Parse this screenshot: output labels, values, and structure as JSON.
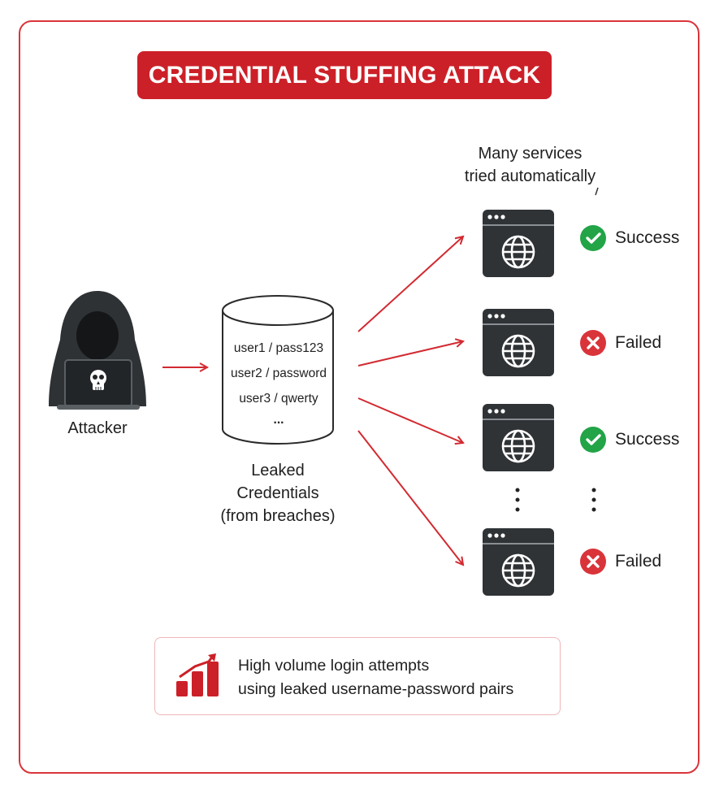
{
  "title": "CREDENTIAL STUFFING ATTACK",
  "services_caption": [
    "Many services",
    "tried automatically"
  ],
  "attacker_label": "Attacker",
  "credentials": [
    "user1 / pass123",
    "user2 / password",
    "user3 / qwerty",
    "..."
  ],
  "database_label": [
    "Leaked",
    "Credentials",
    "(from breaches)"
  ],
  "services": [
    {
      "result": "Success",
      "status": "success"
    },
    {
      "result": "Failed",
      "status": "failed"
    },
    {
      "result": "Success",
      "status": "success"
    },
    {
      "result": "Failed",
      "status": "failed"
    }
  ],
  "note": [
    "High volume login attempts",
    "using leaked username-password pairs"
  ],
  "colors": {
    "accent": "#cc2028",
    "success": "#22a447",
    "failed": "#d9343a",
    "server": "#2f3336"
  }
}
